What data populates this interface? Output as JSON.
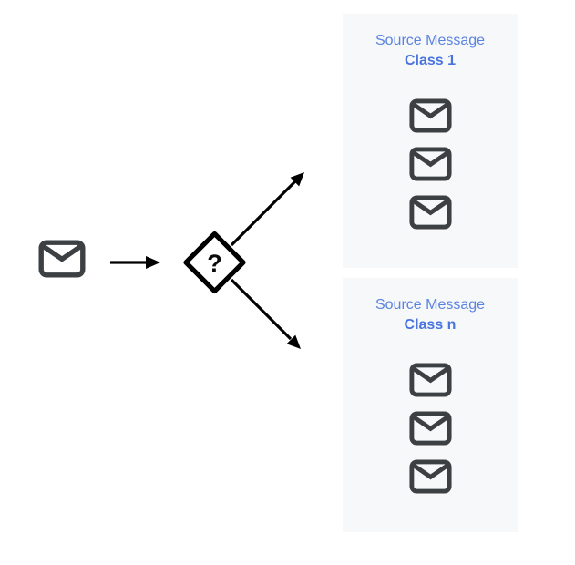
{
  "diagram": {
    "input": {
      "icon": "mail-icon"
    },
    "decision": {
      "icon": "decision-diamond",
      "label": "?"
    },
    "classes": [
      {
        "title_line1": "Source Message",
        "title_line2": "Class 1",
        "message_icons": [
          "mail-icon",
          "mail-icon",
          "mail-icon"
        ]
      },
      {
        "title_line1": "Source Message",
        "title_line2": "Class n",
        "message_icons": [
          "mail-icon",
          "mail-icon",
          "mail-icon"
        ]
      }
    ],
    "colors": {
      "title_blue_regular": "#5a82e2",
      "title_blue_bold": "#4a74dd",
      "envelope_gray": "#3c4043",
      "panel_background": "#f7f8fa",
      "connector_black": "#000000",
      "canvas_background": "#ffffff"
    }
  }
}
